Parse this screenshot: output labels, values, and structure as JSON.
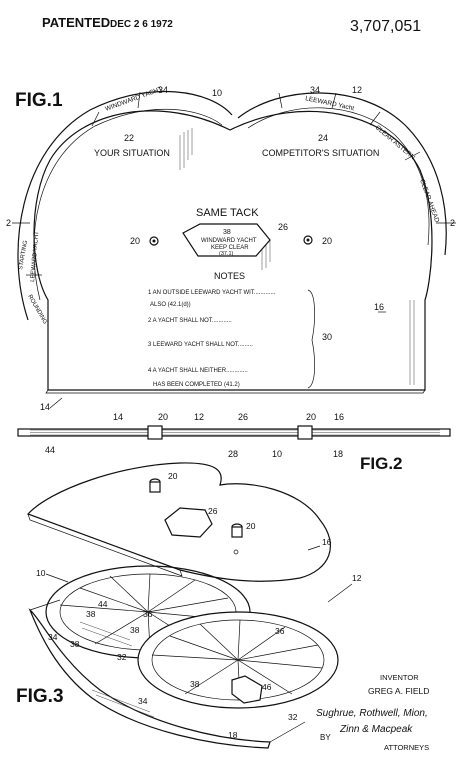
{
  "header": {
    "patented_label": "PATENTED",
    "date": "DEC 2 6 1972",
    "patent_number": "3,707,051"
  },
  "fig1": {
    "label": "FIG.1",
    "left_window": "WINDWARD YACHT",
    "right_window": "LEEWARD Yacht",
    "your_situation": "YOUR SITUATION",
    "competitor_situation": "COMPETITOR'S SITUATION",
    "clear_astern": "CLEAR ASTERN",
    "clear_ahead": "CLEAR AHEAD",
    "starting": "STARTING",
    "leeward_yacht_left": "LEEWARD YACHT",
    "rounding": "ROUNDING",
    "same_tack": "SAME TACK",
    "window_number": "38",
    "window_line1": "WINDWARD YACHT",
    "window_line2": "KEEP CLEAR",
    "window_line3": "(37.1)",
    "notes_title": "NOTES",
    "notes": [
      "1 AN OUTSIDE LEEWARD YACHT WIT.............",
      "ALSO (42.1(d))",
      "2 A YACHT SHALL NOT............",
      "3 LEEWARD YACHT SHALL NOT.........",
      "4 A YACHT SHALL NEITHER.............",
      "HAS BEEN COMPLETED (41.2)"
    ],
    "refs": [
      "34",
      "10",
      "34",
      "12",
      "22",
      "24",
      "26",
      "20",
      "20",
      "30",
      "16",
      "14",
      "2",
      "2"
    ]
  },
  "fig2": {
    "label": "FIG.2",
    "refs": [
      "14",
      "20",
      "12",
      "26",
      "20",
      "16",
      "44",
      "28",
      "10",
      "18"
    ]
  },
  "fig3": {
    "label": "FIG.3",
    "refs": [
      "20",
      "26",
      "20",
      "16",
      "10",
      "12",
      "44",
      "38",
      "36",
      "38",
      "38",
      "34",
      "32",
      "36",
      "38",
      "46",
      "34",
      "32",
      "18"
    ]
  },
  "inventor": {
    "label": "INVENTOR",
    "name": "GREG A. FIELD",
    "by": "BY",
    "signature_line1": "Sughrue, Rothwell, Mion,",
    "signature_line2": "Zinn & Macpeak",
    "attorneys": "ATTORNEYS"
  }
}
